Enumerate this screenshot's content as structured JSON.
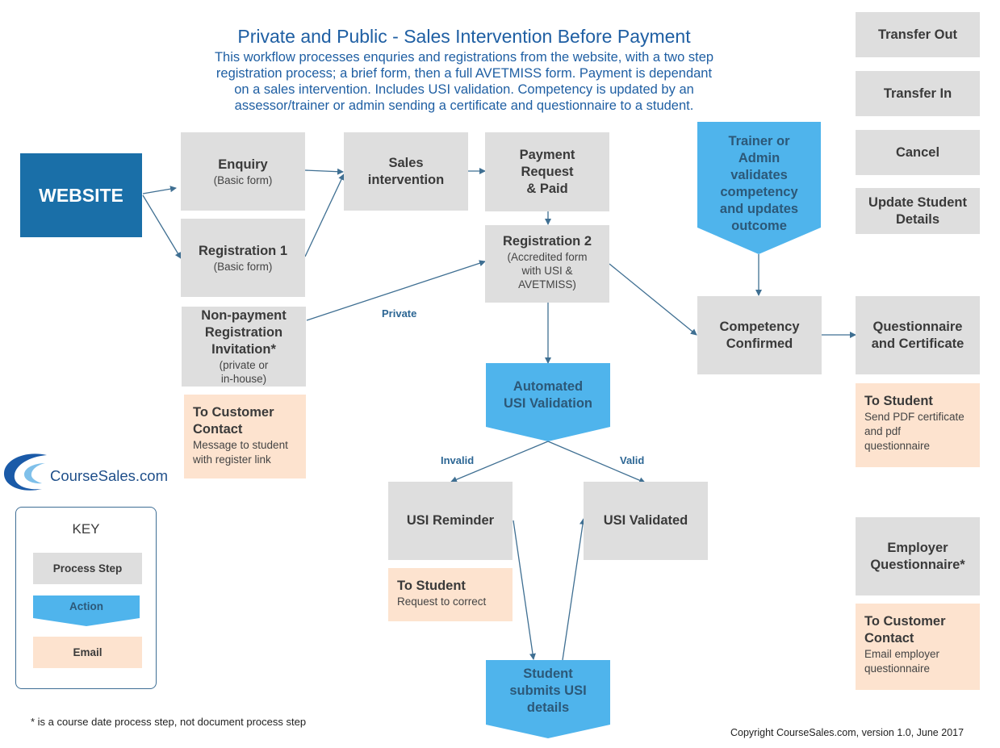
{
  "header": {
    "title": "Private and Public - Sales Intervention Before Payment",
    "subtitle_lines": [
      "This workflow processes enquries and registrations from the website, with a two step",
      "registration process; a brief form, then a full AVETMISS form. Payment is dependant",
      "on a sales intervention. Includes USI validation. Competency is updated by an",
      "assessor/trainer or admin sending a certificate and questionnaire to a student."
    ]
  },
  "website": {
    "label": "WEBSITE"
  },
  "steps": {
    "enquiry": {
      "title": "Enquiry",
      "sub": "(Basic form)"
    },
    "registration1": {
      "title": "Registration 1",
      "sub": "(Basic form)"
    },
    "non_payment": {
      "title_lines": [
        "Non-payment",
        "Registration",
        "Invitation*"
      ],
      "sub_lines": [
        "(private or",
        "in-house)"
      ]
    },
    "sales": {
      "title_lines": [
        "Sales",
        "intervention"
      ]
    },
    "payment": {
      "title_lines": [
        "Payment",
        "Request",
        "& Paid"
      ]
    },
    "registration2": {
      "title": "Registration 2",
      "sub_lines": [
        "(Accredited form",
        "with USI &",
        "AVETMISS)"
      ]
    },
    "usi_reminder": {
      "title": "USI Reminder"
    },
    "usi_validated": {
      "title": "USI Validated"
    },
    "competency": {
      "title_lines": [
        "Competency",
        "Confirmed"
      ]
    },
    "questionnaire": {
      "title_lines": [
        "Questionnaire",
        "and Certificate"
      ]
    },
    "transfer_out": {
      "title": "Transfer Out"
    },
    "transfer_in": {
      "title": "Transfer In"
    },
    "cancel": {
      "title": "Cancel"
    },
    "update_student": {
      "title_lines": [
        "Update Student",
        "Details"
      ]
    },
    "employer_questionnaire": {
      "title_lines": [
        "Employer",
        "Questionnaire*"
      ]
    }
  },
  "actions": {
    "trainer": {
      "lines": [
        "Trainer or",
        "Admin",
        "validates",
        "competency",
        "and updates",
        "outcome"
      ]
    },
    "usi_validation": {
      "lines": [
        "Automated",
        "USI Validation"
      ]
    },
    "student_submits": {
      "lines": [
        "Student",
        "submits USI",
        "details"
      ]
    }
  },
  "emails": {
    "customer_contact_1": {
      "head_lines": [
        "To Customer",
        "Contact"
      ],
      "body_lines": [
        "Message to student",
        "with register link"
      ]
    },
    "to_student_reminder": {
      "head": "To Student",
      "body": "Request to correct"
    },
    "to_student_cert": {
      "head": "To Student",
      "body_lines": [
        "Send PDF certificate",
        "and pdf",
        "questionnaire"
      ]
    },
    "customer_contact_2": {
      "head_lines": [
        "To Customer",
        "Contact"
      ],
      "body_lines": [
        "Email employer",
        "questionnaire"
      ]
    }
  },
  "edge_labels": {
    "private": "Private",
    "invalid": "Invalid",
    "valid": "Valid"
  },
  "logo": {
    "text": "CourseSales.com"
  },
  "key": {
    "title": "KEY",
    "process_step": "Process Step",
    "action": "Action",
    "email": "Email"
  },
  "footnote": "* is a course date process step, not document process step",
  "copyright": "Copyright CourseSales.com, version 1.0, June 2017",
  "colors": {
    "title": "#1f5fa3",
    "website": "#1a6fa8",
    "step": "#dedede",
    "action": "#4fb4ec",
    "email": "#fde3cf",
    "connector": "#3f6f92"
  }
}
